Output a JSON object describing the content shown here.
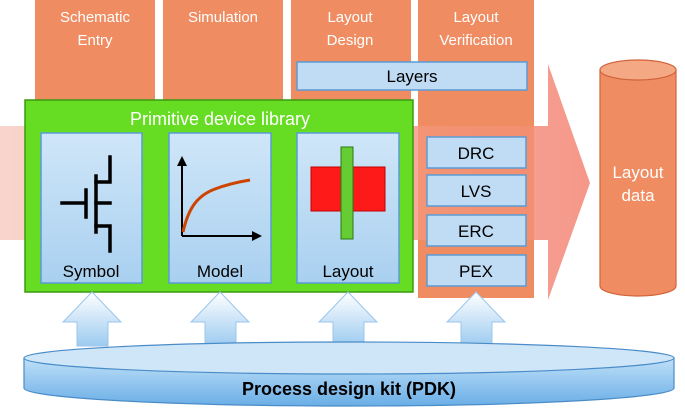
{
  "stages": [
    {
      "line1": "Schematic",
      "line2": "Entry"
    },
    {
      "line1": "Simulation",
      "line2": ""
    },
    {
      "line1": "Layout",
      "line2": "Design"
    },
    {
      "line1": "Layout",
      "line2": "Verification"
    }
  ],
  "layers_label": "Layers",
  "library": {
    "title": "Primitive device library",
    "panels": [
      "Symbol",
      "Model",
      "Layout"
    ]
  },
  "verification_steps": [
    "DRC",
    "LVS",
    "ERC",
    "PEX"
  ],
  "output_label": {
    "line1": "Layout",
    "line2": "data"
  },
  "pdk_label": "Process design kit (PDK)",
  "colors": {
    "stage_orange": "#f08c62",
    "flow_arrow": "#f4b3a6",
    "library_green": "#66dd22",
    "panel_blue": "#bfdcf4",
    "red_block": "#ff1a1a",
    "poly_green": "#66cc33",
    "model_curve": "#cc4400"
  },
  "icons": [
    "transistor-symbol-icon",
    "iv-curve-icon",
    "layout-cell-icon",
    "cylinder-icon",
    "up-arrow-icon"
  ]
}
